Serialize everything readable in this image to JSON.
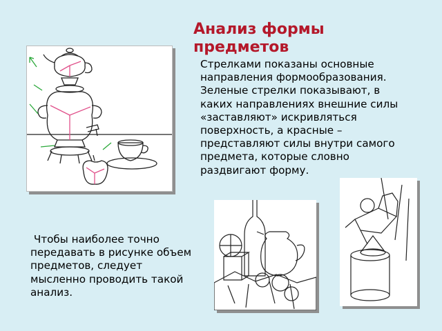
{
  "slide": {
    "title": "Анализ формы предметов",
    "paragraph_1": "Стрелками показаны основные направления формообразования. Зеленые стрелки показывают, в каких направлениях внешние силы «заставляют» искривляться поверхность, а красные – представляют силы внутри самого предмета, которые словно раздвигают форму.",
    "paragraph_2": " Чтобы наиболее точно передавать в рисунке объем предметов, следует мысленно проводить такой анализ."
  },
  "colors": {
    "background": "#d8eef4",
    "title": "#b4182a",
    "arrow_green": "#2aa83a",
    "arrow_red": "#e0508a"
  }
}
